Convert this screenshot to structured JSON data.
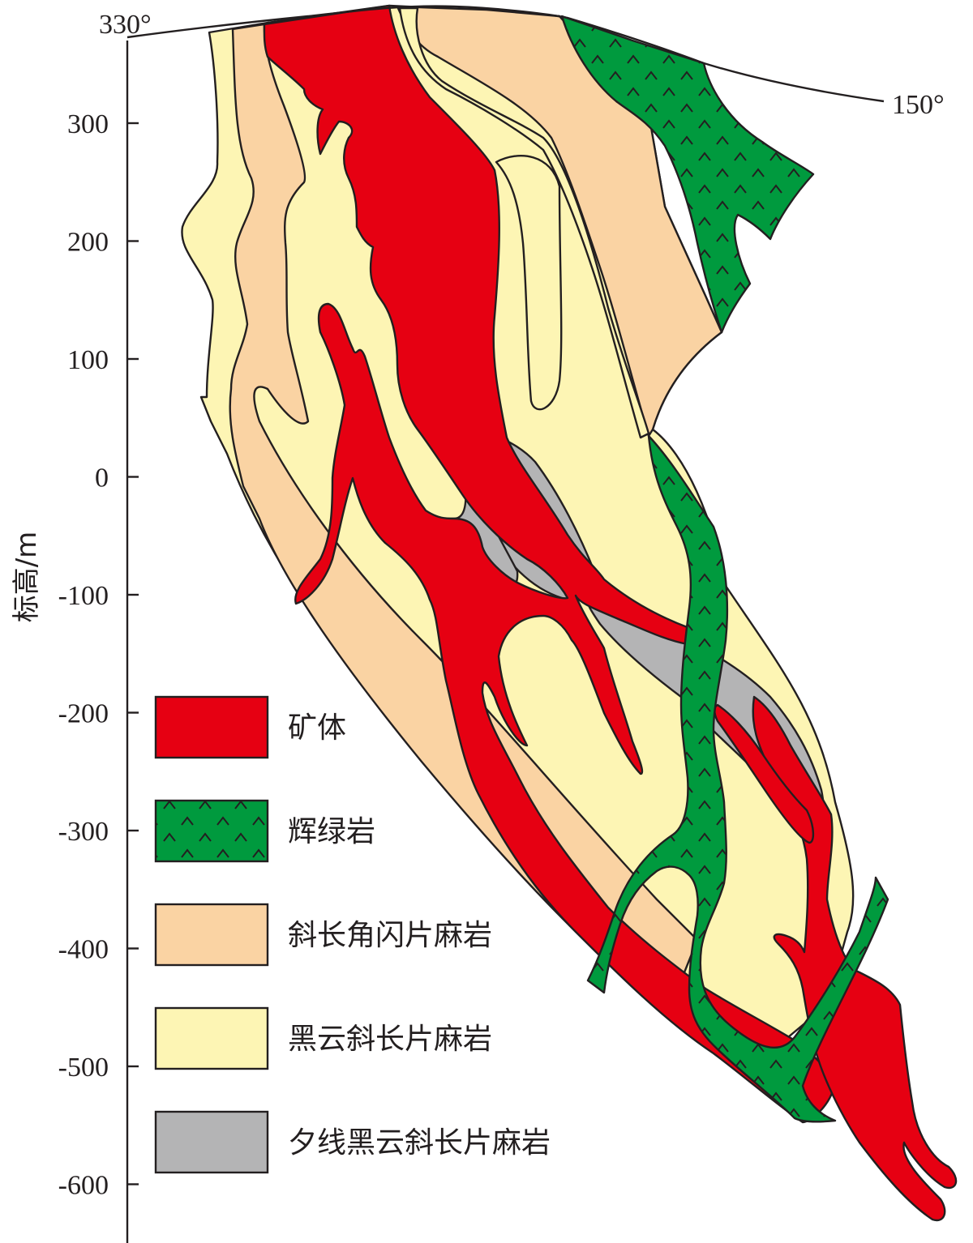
{
  "colors": {
    "ore": "#e60012",
    "diabase": "#009a3e",
    "plagio_amphibolite_gneiss": "#fad3a3",
    "biotite_plagio_gneiss": "#fdf5b4",
    "sillimanite_biotite_plagio_gneiss": "#b4b4b5",
    "line": "#231f20"
  },
  "section": {
    "direction_left": "330°",
    "direction_right": "150°"
  },
  "axis": {
    "title": "标高/m",
    "ticks": [
      "300",
      "200",
      "100",
      "0",
      "-100",
      "-200",
      "-300",
      "-400",
      "-500",
      "-600"
    ]
  },
  "legend": [
    {
      "label": "矿体",
      "color_key": "ore",
      "pattern": "none"
    },
    {
      "label": "辉绿岩",
      "color_key": "diabase",
      "pattern": "chevron-icon"
    },
    {
      "label": "斜长角闪片麻岩",
      "color_key": "plagio_amphibolite_gneiss",
      "pattern": "none"
    },
    {
      "label": "黑云斜长片麻岩",
      "color_key": "biotite_plagio_gneiss",
      "pattern": "none"
    },
    {
      "label": "夕线黑云斜长片麻岩",
      "color_key": "sillimanite_biotite_plagio_gneiss",
      "pattern": "none"
    }
  ]
}
